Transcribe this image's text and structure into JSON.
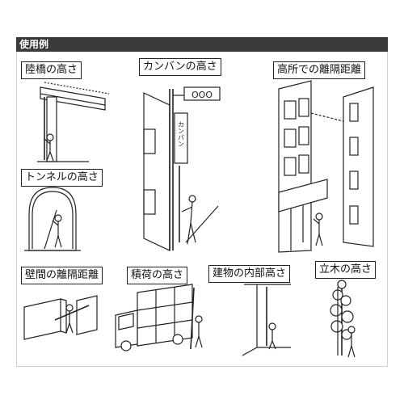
{
  "header": {
    "title": "使用例"
  },
  "examples": [
    {
      "label": "陸橋の高さ"
    },
    {
      "label": "カンバンの高さ",
      "sign_text": "カンバン",
      "signal_text": "OOO"
    },
    {
      "label": "高所での離隔距離"
    },
    {
      "label": "トンネルの高さ"
    },
    {
      "label": "壁間の離隔距離"
    },
    {
      "label": "積荷の高さ"
    },
    {
      "label": "建物の内部高さ"
    },
    {
      "label": "立木の高さ"
    }
  ]
}
